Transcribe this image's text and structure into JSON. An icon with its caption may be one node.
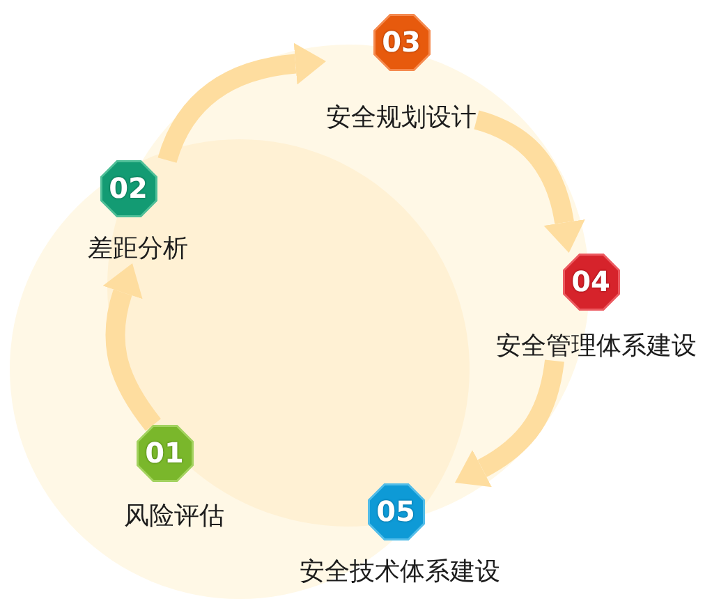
{
  "diagram": {
    "nodes": [
      {
        "text": [
          "01",
          "风险评估"
        ]
      },
      {
        "text": [
          "02",
          "差距分析"
        ]
      },
      {
        "text": [
          "03",
          "安全规划设计"
        ]
      },
      {
        "text": [
          "04",
          "安全管理体系建设"
        ]
      },
      {
        "text": [
          "05",
          "安全技术体系建设"
        ]
      }
    ],
    "edges": [
      {
        "from": 0,
        "to": 1,
        "arrow": "to"
      },
      {
        "from": 1,
        "to": 2,
        "arrow": "to"
      },
      {
        "from": 2,
        "to": 3,
        "arrow": "to"
      },
      {
        "from": 3,
        "to": 4,
        "arrow": "to"
      }
    ]
  }
}
